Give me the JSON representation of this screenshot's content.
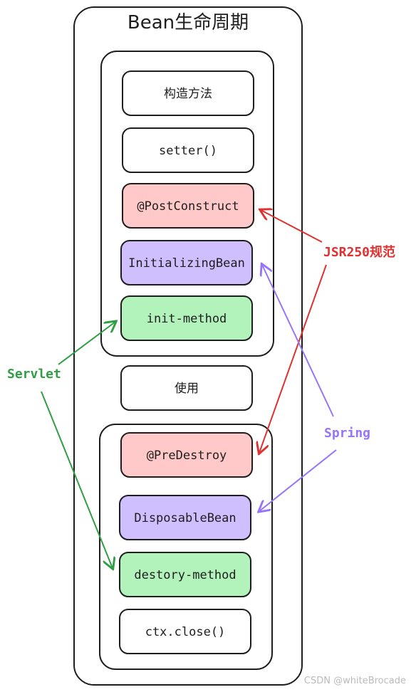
{
  "title": "Bean生命周期",
  "boxes": [
    {
      "id": "constructor",
      "label": "构造方法",
      "color": "#ffffff"
    },
    {
      "id": "setter",
      "label": "setter()",
      "color": "#ffffff"
    },
    {
      "id": "post-construct",
      "label": "@PostConstruct",
      "color": "#ffc9c9"
    },
    {
      "id": "initializing-bean",
      "label": "InitializingBean",
      "color": "#d0bfff"
    },
    {
      "id": "init-method",
      "label": "init-method",
      "color": "#b2f2bb"
    },
    {
      "id": "use",
      "label": "使用",
      "color": "#ffffff"
    },
    {
      "id": "pre-destroy",
      "label": "@PreDestroy",
      "color": "#ffc9c9"
    },
    {
      "id": "disposable-bean",
      "label": "DisposableBean",
      "color": "#d0bfff"
    },
    {
      "id": "destory-method",
      "label": "destory-method",
      "color": "#b2f2bb"
    },
    {
      "id": "ctx-close",
      "label": "ctx.close()",
      "color": "#ffffff"
    }
  ],
  "annotations": {
    "jsr250": {
      "label": "JSR250规范",
      "color": "#e03131"
    },
    "spring": {
      "label": "Spring",
      "color": "#9775fa"
    },
    "servlet": {
      "label": "Servlet",
      "color": "#2f9e44"
    }
  },
  "watermark": "CSDN @whiteBrocade"
}
